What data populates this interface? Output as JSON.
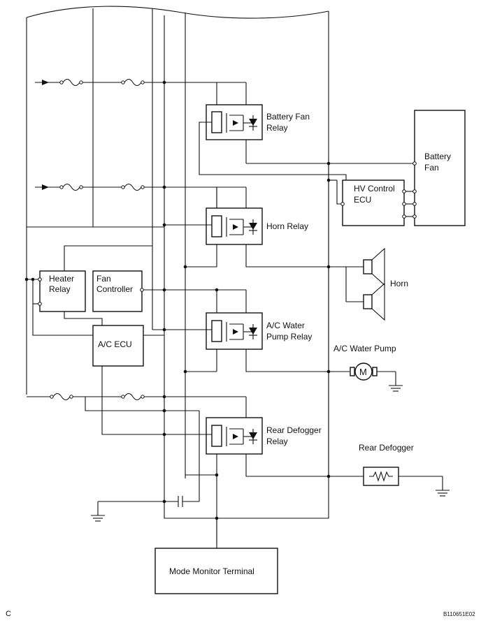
{
  "labels": {
    "battery_fan_relay": [
      "Battery Fan",
      "Relay"
    ],
    "horn_relay": "Horn Relay",
    "ac_water_pump_relay": [
      "A/C Water",
      "Pump Relay"
    ],
    "rear_defogger_relay": [
      "Rear Defogger",
      "Relay"
    ],
    "battery_fan": [
      "Battery",
      "Fan"
    ],
    "hv_control_ecu": [
      "HV Control",
      "ECU"
    ],
    "horn": "Horn",
    "ac_water_pump": "A/C Water Pump",
    "motor_symbol": "M",
    "rear_defogger": "Rear Defogger",
    "heater_relay": [
      "Heater",
      "Relay"
    ],
    "fan_controller": [
      "Fan",
      "Controller"
    ],
    "ac_ecu": "A/C ECU",
    "mode_monitor_terminal": "Mode Monitor Terminal",
    "corner_letter": "C",
    "figure_code": "B110651E02"
  }
}
